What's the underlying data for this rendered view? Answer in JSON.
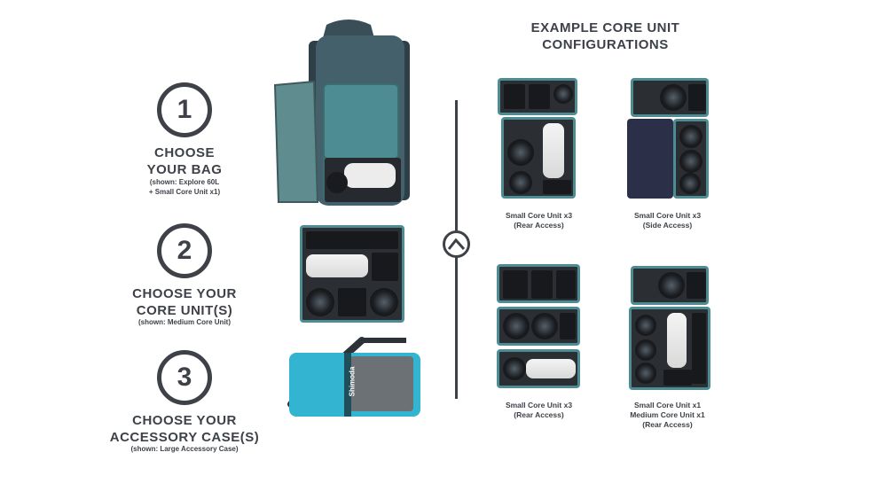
{
  "steps": [
    {
      "number": "1",
      "title_lines": [
        "CHOOSE",
        "YOUR BAG"
      ],
      "sub_lines": [
        "(shown: Explore 60L",
        "+ Small Core Unit x1)"
      ]
    },
    {
      "number": "2",
      "title_lines": [
        "CHOOSE YOUR",
        "CORE UNIT(S)"
      ],
      "sub_lines": [
        "(shown: Medium Core Unit)"
      ]
    },
    {
      "number": "3",
      "title_lines": [
        "CHOOSE YOUR",
        "ACCESSORY CASE(S)"
      ],
      "sub_lines": [
        "(shown: Large Accessory Case)"
      ]
    }
  ],
  "header": {
    "lines": [
      "EXAMPLE CORE UNIT",
      "CONFIGURATIONS"
    ]
  },
  "configs": [
    {
      "lines": [
        "Small Core Unit x3",
        "(Rear Access)"
      ]
    },
    {
      "lines": [
        "Small Core Unit x3",
        "(Side Access)"
      ]
    },
    {
      "lines": [
        "Small Core Unit x3",
        "(Rear Access)"
      ]
    },
    {
      "lines": [
        "Small Core Unit x1",
        "Medium Core Unit x1",
        "(Rear Access)"
      ]
    }
  ],
  "accessory_brand": "Shimoda",
  "colors": {
    "text": "#3e4248",
    "teal": "#4e8c93",
    "bag": "#3f555f",
    "case": "#33b4d0"
  }
}
